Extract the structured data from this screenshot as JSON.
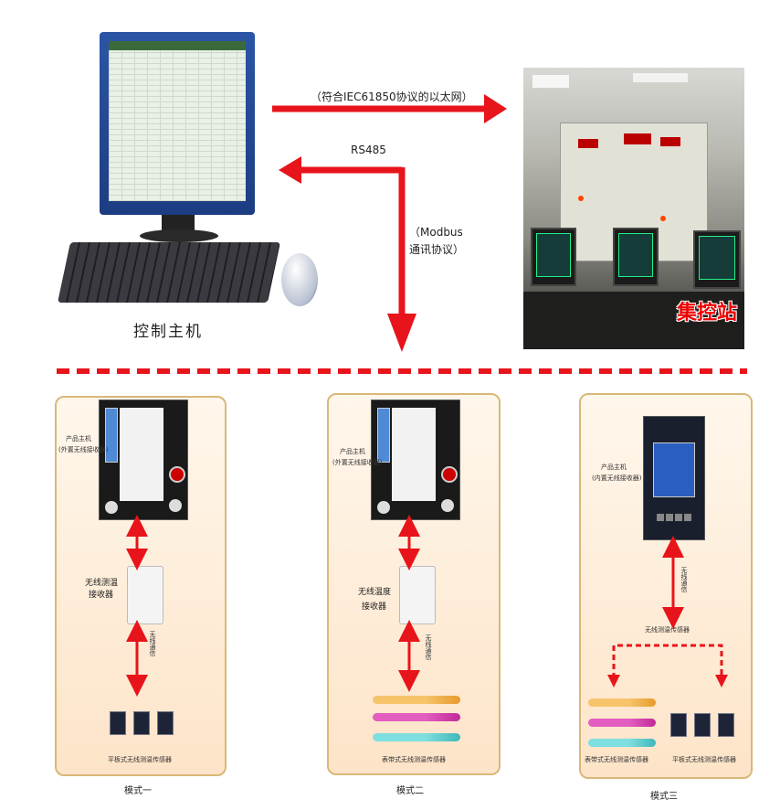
{
  "top": {
    "host_label": "控制主机",
    "ethernet_label": "（符合IEC61850协议的以太网）",
    "rs485_label": "RS485",
    "modbus_line1": "（Modbus",
    "modbus_line2": "通讯协议）",
    "station_label": "集控站"
  },
  "modes": [
    {
      "name": "模式一",
      "host_label_line1": "产品主机",
      "host_label_line2": "(外置无线接收器)",
      "receiver_label_line1": "无线测温",
      "receiver_label_line2": "接收器",
      "link_label": "无线通信",
      "sensor_label": "平板式无线测温传感器"
    },
    {
      "name": "模式二",
      "host_label_line1": "产品主机",
      "host_label_line2": "(外置无线接收器)",
      "receiver_label_line1": "无线温度",
      "receiver_label_line2": "接收器",
      "link_label": "无线通信",
      "sensor_label": "表带式无线测温传感器"
    },
    {
      "name": "模式三",
      "host_label_line1": "产品主机",
      "host_label_line2": "(内置无线接收器)",
      "link_label": "无线通信",
      "sensor_group_label": "无线测温传感器",
      "sensor_label_left": "表带式无线测温传感器",
      "sensor_label_right": "平板式无线测温传感器"
    }
  ],
  "colors": {
    "arrow": "#e8141b",
    "panel_border": "#d9b878",
    "divider": "#e8141b"
  }
}
